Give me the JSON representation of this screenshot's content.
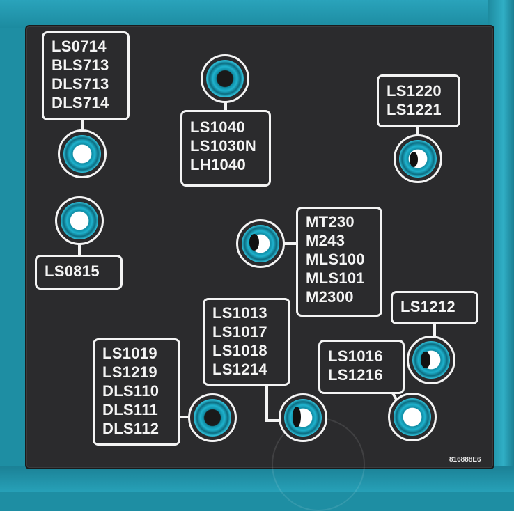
{
  "labels": {
    "tl": [
      "LS0714",
      "BLS713",
      "DLS713",
      "DLS714"
    ],
    "top_center": [
      "LS1040",
      "LS1030N",
      "LH1040"
    ],
    "top_right": [
      "LS1220",
      "LS1221"
    ],
    "left_mid": [
      "LS0815"
    ],
    "mid_right": [
      "MT230",
      "M243",
      "MLS100",
      "MLS101",
      "M2300"
    ],
    "center_low": [
      "LS1013",
      "LS1017",
      "LS1018",
      "LS1214"
    ],
    "right_low_top": [
      "LS1212"
    ],
    "right_low": [
      "LS1016",
      "LS1216"
    ],
    "bottom_left": [
      "LS1019",
      "LS1219",
      "DLS110",
      "DLS111",
      "DLS112"
    ]
  },
  "part_code": "816888E6",
  "colors": {
    "plate": "#2b2b2d",
    "frame": "#1e8ea3",
    "eyelet": "#1fb2cd",
    "label": "#f4f4f4"
  }
}
